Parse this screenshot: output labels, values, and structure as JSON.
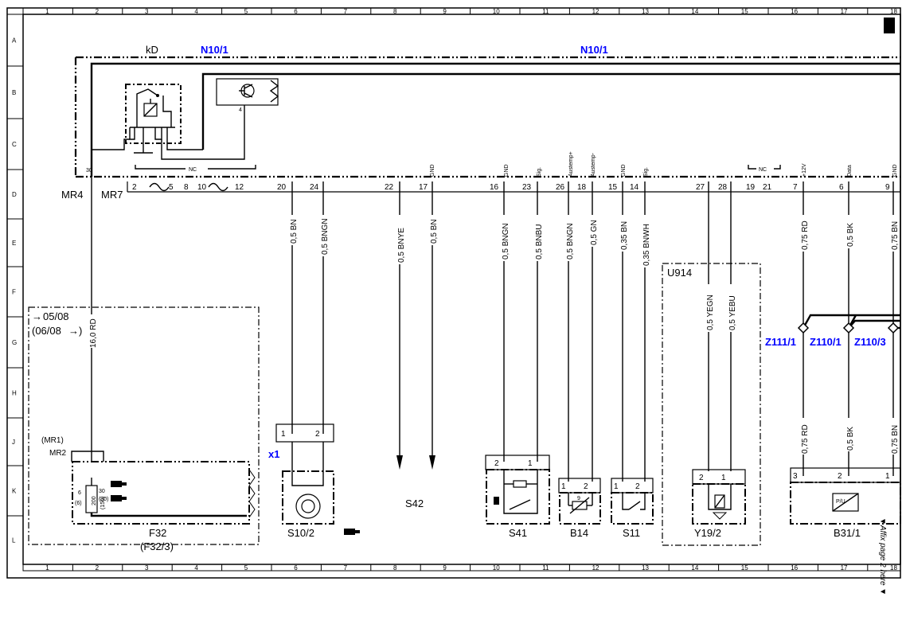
{
  "grid": {
    "columns": [
      "1",
      "2",
      "3",
      "4",
      "5",
      "6",
      "7",
      "8",
      "9",
      "10",
      "11",
      "12",
      "13",
      "14",
      "15",
      "16",
      "17",
      "18"
    ],
    "rows": [
      "A",
      "B",
      "C",
      "D",
      "E",
      "F",
      "G",
      "H",
      "J",
      "K",
      "L"
    ]
  },
  "control_unit": {
    "label_kd": "kD",
    "name_left": "N10/1",
    "name_right": "N10/1",
    "relay_pin": "4",
    "nc_tag": "NC",
    "signal_tags": [
      "GND",
      "GND",
      "Sig.",
      "Austemp+",
      "Austemp-",
      "GND",
      "Sig.",
      "+12V",
      "Data",
      "GND"
    ]
  },
  "pins": [
    "30",
    "2",
    "5",
    "8",
    "10",
    "12",
    "20",
    "24",
    "22",
    "17",
    "16",
    "23",
    "26",
    "18",
    "15",
    "14",
    "27",
    "28",
    "19",
    "21",
    "7",
    "6",
    "9"
  ],
  "harness": {
    "left": "MR4",
    "right": "MR7",
    "mr2": "MR2",
    "mr1": "(MR1)"
  },
  "wires": [
    "16,0 RD",
    "0,5 BN",
    "0,5 BNGN",
    "0,5 BNYE",
    "0,5 BN",
    "0,5 BNGN",
    "0,5 BNBU",
    "0,5 BNGN",
    "0,5 GN",
    "0,35 BN",
    "0,35 BNWH",
    "0,5 YEGN",
    "0,5 YEBU",
    "0,75 RD",
    "0,5 BK",
    "0,75 BN",
    "0,75 RD",
    "0,5 BK",
    "0,75 BN"
  ],
  "validity": {
    "line1": "05/08",
    "line2": "(06/08",
    "arrow1": "→",
    "arrow2": "→)"
  },
  "fuse": {
    "pins_left": "6",
    "pins_left_alt": "(6)",
    "value": "200",
    "value_alt": "(150)",
    "pin_right": "30",
    "pin_right_alt": "(30)"
  },
  "connectors": {
    "x1": "x1",
    "pin1": "1",
    "pin2": "2",
    "pin3": "3",
    "pin9": "9"
  },
  "splices": [
    "Z111/1",
    "Z110/1",
    "Z110/3"
  ],
  "group": "U914",
  "components": [
    "F32",
    "(F32/3)",
    "S10/2",
    "S42",
    "S41",
    "B14",
    "S11",
    "Y19/2",
    "B31/1"
  ],
  "page_note": "▼Affix page 2 here ▼",
  "sensor_symbol": "P/U"
}
